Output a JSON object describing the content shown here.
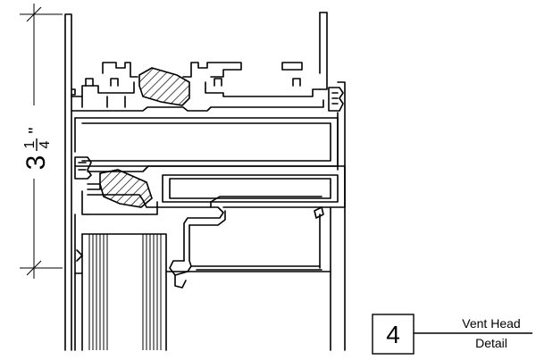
{
  "dimension": {
    "whole": "3",
    "numerator": "1",
    "denominator": "4",
    "unit": "\""
  },
  "detail": {
    "number": "4",
    "title_line1": "Vent Head",
    "title_line2": "Detail"
  }
}
